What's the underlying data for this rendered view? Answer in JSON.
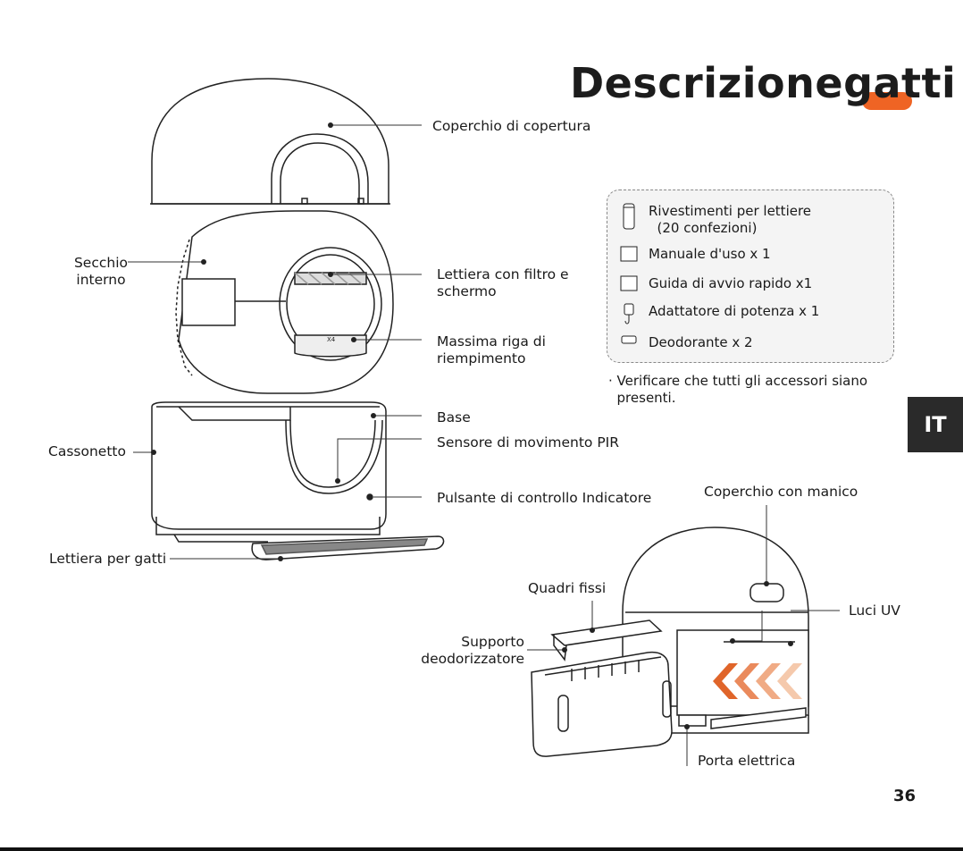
{
  "title": {
    "prefix": "Descrizione",
    "suffix": "gatti",
    "accent_color": "#ef6424"
  },
  "labels": {
    "coperchio_copertura": "Coperchio di copertura",
    "secchio_interno": "Secchio\ninterno",
    "lettiera_filtro": "Lettiera con filtro e\nschermo",
    "massima_riga": "Massima riga di\nriempimento",
    "base": "Base",
    "cassonetto": "Cassonetto",
    "sensore_pir": "Sensore di movimento PIR",
    "pulsante": "Pulsante di controllo Indicatore",
    "lettiera_gatti": "Lettiera per gatti",
    "coperchio_manico": "Coperchio con manico",
    "quadri_fissi": "Quadri fissi",
    "luci_uv": "Luci UV",
    "supporto": "Supporto\ndeodorizzatore",
    "porta_elettrica": "Porta elettrica",
    "max_line_mark": "X4"
  },
  "accessories": [
    {
      "icon": "liner-roll-icon",
      "text": "Rivestimenti per lettiere\n  (20 confezioni)"
    },
    {
      "icon": "manual-icon",
      "text": "Manuale d'uso x 1"
    },
    {
      "icon": "guide-icon",
      "text": "Guida di avvio rapido x1"
    },
    {
      "icon": "adapter-icon",
      "text": "Adattatore di potenza x 1"
    },
    {
      "icon": "deodorant-icon",
      "text": "Deodorante x 2"
    }
  ],
  "note": "· Verificare che tutti gli accessori siano\n  presenti.",
  "language_tab": "IT",
  "page_number": "36",
  "colors": {
    "uv_arrow_1": "#e0652a",
    "uv_arrow_2": "#ea8a5c",
    "uv_arrow_3": "#f0ab85",
    "uv_arrow_4": "#f5c9ac"
  }
}
